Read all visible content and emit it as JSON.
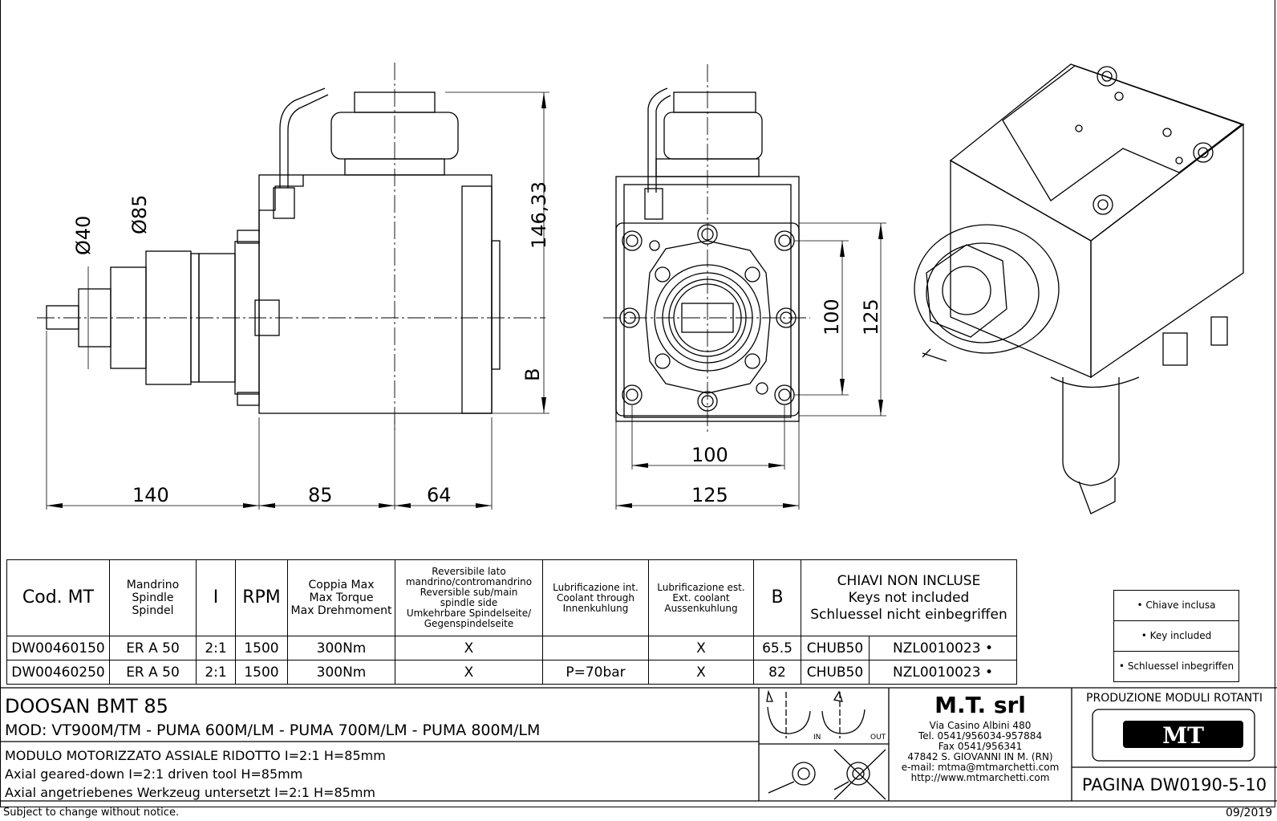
{
  "drawing": {
    "dims": {
      "d40": "Ø40",
      "d85": "Ø85",
      "h146": "146,33",
      "b": "B",
      "w140": "140",
      "w85": "85",
      "w64": "64",
      "v100": "100",
      "v125": "125",
      "h100": "100",
      "h125": "125"
    }
  },
  "spec_table": {
    "headers": {
      "cod": "Cod. MT",
      "spindle": [
        "Mandrino",
        "Spindle",
        "Spindel"
      ],
      "ratio": "I",
      "rpm": "RPM",
      "torque": [
        "Coppia Max",
        "Max Torque",
        "Max Drehmoment"
      ],
      "reversible": [
        "Reversibile lato",
        "mandrino/contromandrino",
        "Reversible sub/main",
        "spindle side",
        "Umkehrbare Spindelseite/",
        "Gegenspindelseite"
      ],
      "coolant_int": [
        "Lubrificazione int.",
        "Coolant through",
        "Innenkuhlung"
      ],
      "coolant_ext": [
        "Lubrificazione est.",
        "Ext. coolant",
        "Aussenkuhlung"
      ],
      "b": "B",
      "keys": [
        "CHIAVI NON INCLUSE",
        "Keys not included",
        "Schluessel nicht einbegriffen"
      ]
    },
    "rows": [
      {
        "cod": "DW00460150",
        "spindle": "ER A 50",
        "ratio": "2:1",
        "rpm": "1500",
        "torque": "300Nm",
        "reversible": "X",
        "coolant_int": "",
        "coolant_ext": "X",
        "b": "65.5",
        "key1": "CHUB50",
        "key2": "NZL0010023 •"
      },
      {
        "cod": "DW00460250",
        "spindle": "ER A 50",
        "ratio": "2:1",
        "rpm": "1500",
        "torque": "300Nm",
        "reversible": "X",
        "coolant_int": "P=70bar",
        "coolant_ext": "X",
        "b": "82",
        "key1": "CHUB50",
        "key2": "NZL0010023 •"
      }
    ]
  },
  "legend": [
    "• Chiave inclusa",
    "• Key included",
    "• Schluessel inbegriffen"
  ],
  "title_block": {
    "machine": "DOOSAN   BMT 85",
    "models": "MOD: VT900M/TM - PUMA 600M/LM - PUMA 700M/LM - PUMA 800M/LM",
    "desc_it": "MODULO MOTORIZZATO ASSIALE RIDOTTO I=2:1 H=85mm",
    "desc_en": "Axial geared-down I=2:1 driven tool H=85mm",
    "desc_de": "Axial angetriebenes Werkzeug untersetzt I=2:1 H=85mm",
    "in_label": "IN",
    "out_label": "OUT",
    "company": "M.T. srl",
    "address": [
      "Via Casino Albini 480",
      "Tel. 0541/956034-957884",
      "Fax 0541/956341",
      "47842 S. GIOVANNI IN M. (RN)",
      "e-mail: mtma@mtmarchetti.com",
      "http://www.mtmarchetti.com"
    ],
    "division": "PRODUZIONE MODULI ROTANTI",
    "logo_text": "MT",
    "page": "PAGINA DW0190-5-10",
    "notice": "Subject to change without notice.",
    "date": "09/2019"
  }
}
